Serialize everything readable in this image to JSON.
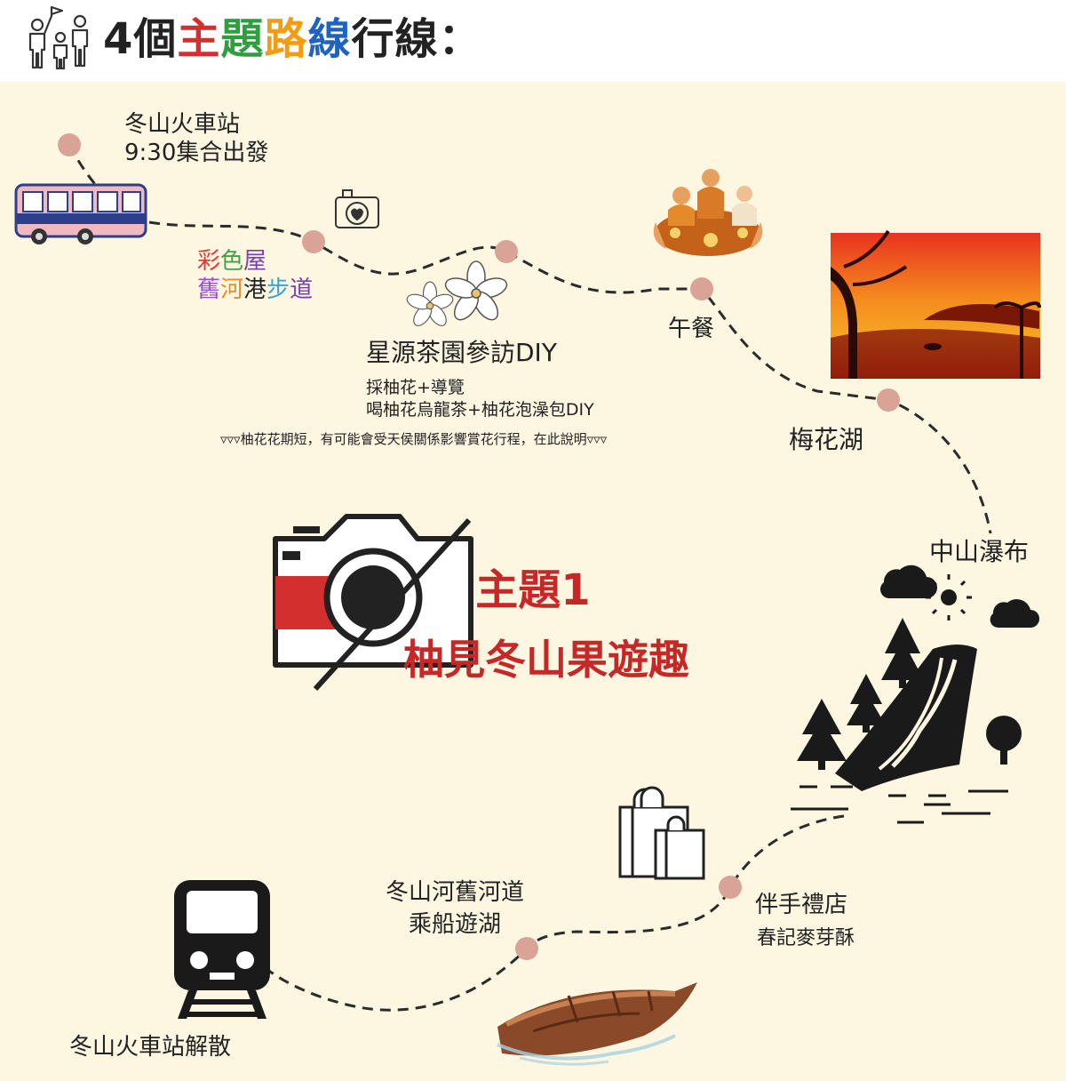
{
  "header": {
    "title_parts": [
      {
        "text": "4個",
        "color": "#222222"
      },
      {
        "text": "主",
        "color": "#d32f2f"
      },
      {
        "text": "題",
        "color": "#2e9e3f"
      },
      {
        "text": "路",
        "color": "#f39c12"
      },
      {
        "text": "線",
        "color": "#1e63c4"
      },
      {
        "text": "行線：",
        "color": "#222222"
      }
    ],
    "icon": "hikers-flag-icon"
  },
  "route": {
    "start": {
      "line1": "冬山火車站",
      "line2": "9:30集合出發"
    },
    "rainbow_house": {
      "line1_chars": [
        {
          "text": "彩",
          "color": "#e53935"
        },
        {
          "text": "色",
          "color": "#43a047"
        },
        {
          "text": "屋",
          "color": "#7b3fb5"
        }
      ],
      "line2_chars": [
        {
          "text": "舊",
          "color": "#9c4fd6"
        },
        {
          "text": "河",
          "color": "#f08a24"
        },
        {
          "text": "港",
          "color": "#222222"
        },
        {
          "text": "步",
          "color": "#3aa0d8"
        },
        {
          "text": "道",
          "color": "#7b3fb5"
        }
      ]
    },
    "tea_garden": {
      "title": "星源茶園參訪DIY",
      "detail1": "採柚花+導覽",
      "detail2": "喝柚花烏龍茶+柚花泡澡包DIY",
      "note": "▿▿▿柚花花期短，有可能會受天侯關係影響賞花行程，在此說明▿▿▿"
    },
    "lunch": "午餐",
    "plum_lake": "梅花湖",
    "waterfall": "中山瀑布",
    "gift_shop": {
      "line1": "伴手禮店",
      "line2": "春記麥芽酥"
    },
    "old_river": {
      "line1": "冬山河舊河道",
      "line2": "乘船遊湖"
    },
    "end": "冬山火車站解散"
  },
  "theme": {
    "line1": "主題1",
    "line2": "柚見冬山果遊趣"
  },
  "colors": {
    "node": "#d9a398",
    "theme_red": "#c62828",
    "panel_bg": "#fdf7e2"
  },
  "icons": [
    "bus-icon",
    "camera-heart-icon",
    "flower-icon",
    "dining-people-icon",
    "sunset-lake-image",
    "camera-theme-icon",
    "waterfall-landscape-icon",
    "shopping-bags-icon",
    "train-icon",
    "boat-icon"
  ]
}
